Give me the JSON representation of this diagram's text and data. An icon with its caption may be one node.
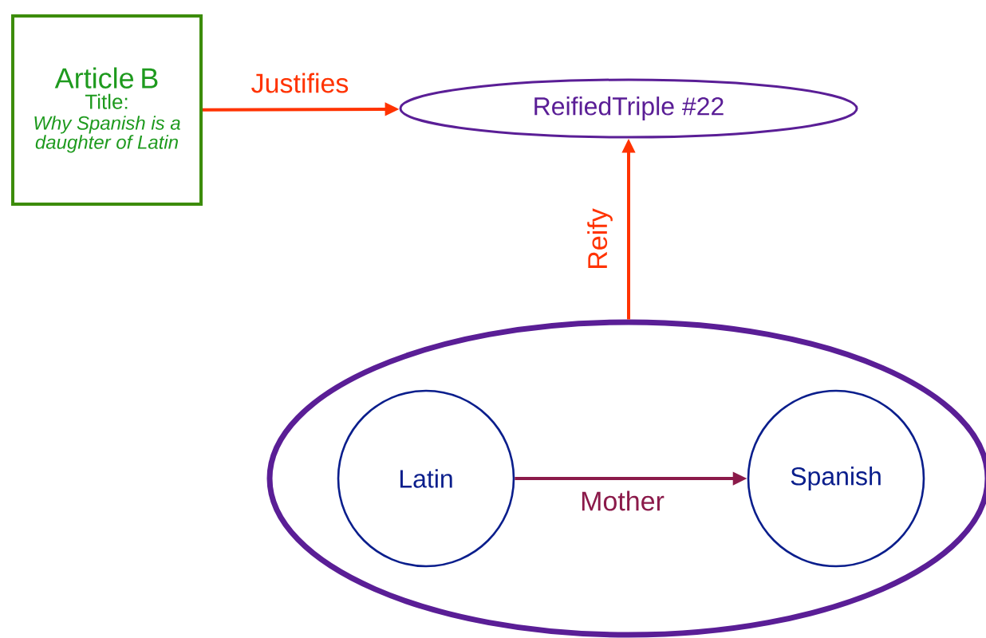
{
  "diagram": {
    "nodes": [
      {
        "text": [
          "Article B",
          "Title:",
          "Why Spanish is a daughter of Latin"
        ]
      },
      {
        "text": [
          "ReifiedTriple #22"
        ]
      },
      {
        "text": [],
        "shape": "ellipse"
      },
      {
        "text": [
          "Latin"
        ],
        "in": 2
      },
      {
        "text": [
          "Spanish"
        ],
        "in": 2
      }
    ],
    "edges": [
      {
        "from": 0,
        "to": 1,
        "arrow": "to",
        "label": "Justifies"
      },
      {
        "from": 2,
        "to": 1,
        "arrow": "to",
        "label": "Reify"
      },
      {
        "from": 3,
        "to": 4,
        "arrow": "to",
        "label": "Mother",
        "color": "#8b1a4a"
      }
    ]
  }
}
